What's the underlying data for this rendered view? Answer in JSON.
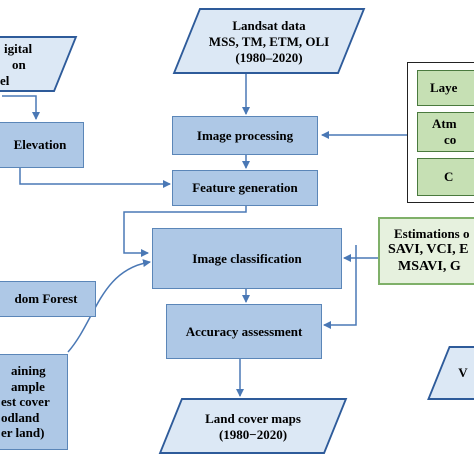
{
  "landsat": {
    "line1": "Landsat  data",
    "line2": "MSS, TM, ETM, OLI",
    "line3": "(1980–2020)"
  },
  "dem": {
    "line1": "igital",
    "line2": "on",
    "line3": "el"
  },
  "elevation": "Elevation",
  "image_processing": "Image processing",
  "feature_generation": "Feature generation",
  "image_classification": "Image classification",
  "accuracy_assessment": "Accuracy assessment",
  "random_forest": "dom Forest",
  "training": {
    "line1": "aining",
    "line2": "ample",
    "line3": "est cover",
    "line4": "odland",
    "line5": "er land)"
  },
  "land_cover": {
    "line1": "Land cover maps",
    "line2": "(1980−2020)"
  },
  "right_panel": {
    "item1": "Laye",
    "item2_line1": "Atm",
    "item2_line2": "co",
    "item3": "C"
  },
  "estimations": {
    "line1": "Estimations  o",
    "line2": "SAVI, VCI, E",
    "line3": "MSAVI,  G"
  },
  "bottom_right": "V"
}
